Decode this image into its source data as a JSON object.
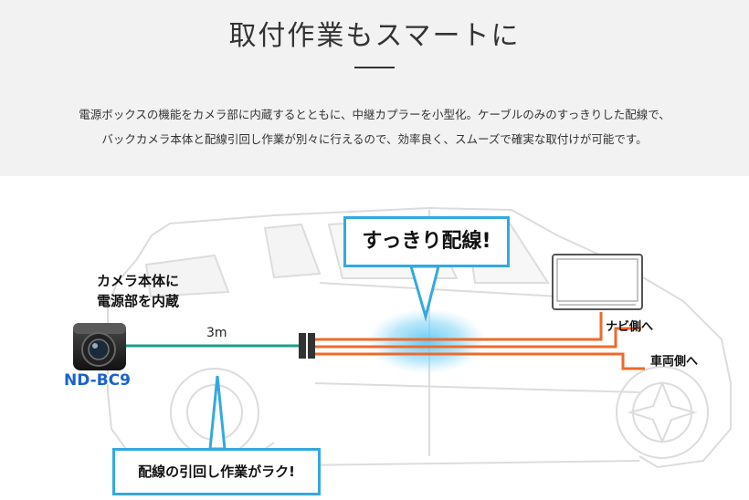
{
  "header": {
    "title": "取付作業もスマートに",
    "description_line1": "電源ボックスの機能をカメラ部に内蔵するとともに、中継カプラーを小型化。ケーブルのみのすっきりした配線で、",
    "description_line2": "バックカメラ本体と配線引回し作業が別々に行えるので、効率良く、スムーズで確実な取付けが可能です。"
  },
  "diagram": {
    "callout_top": "すっきり配線!",
    "callout_bottom": "配線の引回し作業がラク!",
    "camera_label_line1": "カメラ本体に",
    "camera_label_line2": "電源部を内蔵",
    "model": "ND-BC9",
    "cable_length": "3m",
    "to_navi": "ナビ側へ",
    "to_vehicle": "車両側へ"
  },
  "colors": {
    "header_bg": "#f2f2f2",
    "callout_border": "#33a9e0",
    "cable_teal": "#1e9e8e",
    "cable_orange": "#ee6a2a",
    "model_blue": "#1a63c9",
    "glow_blue": "#5ec8f5"
  }
}
